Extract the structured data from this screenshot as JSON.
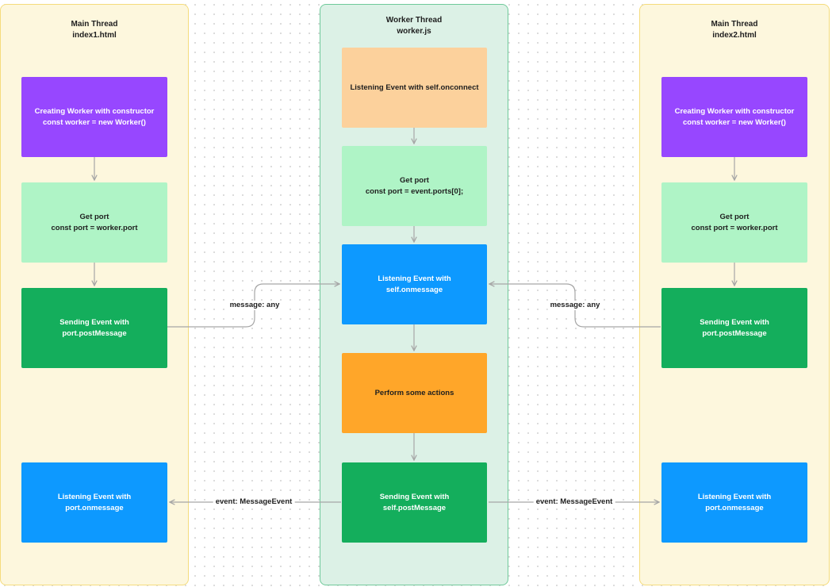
{
  "lanes": {
    "left": {
      "title": "Main Thread",
      "subtitle": "index1.html"
    },
    "center": {
      "title": "Worker Thread",
      "subtitle": "worker.js"
    },
    "right": {
      "title": "Main Thread",
      "subtitle": "index2.html"
    }
  },
  "left": {
    "create": [
      "Creating Worker with constructor",
      "const worker = new Worker()"
    ],
    "port": [
      "Get port",
      "const port = worker.port"
    ],
    "send": [
      "Sending Event with",
      "port.postMessage"
    ],
    "listen": [
      "Listening Event with",
      "port.onmessage"
    ]
  },
  "center": {
    "onconnect": "Listening Event with self.onconnect",
    "port": [
      "Get port",
      "const port = event.ports[0];"
    ],
    "onmessage": [
      "Listening Event with",
      "self.onmessage"
    ],
    "actions": "Perform some actions",
    "send": [
      "Sending Event with",
      "self.postMessage"
    ]
  },
  "right": {
    "create": [
      "Creating Worker with constructor",
      "const worker = new Worker()"
    ],
    "port": [
      "Get port",
      "const port = worker.port"
    ],
    "send": [
      "Sending Event with",
      "port.postMessage"
    ],
    "listen": [
      "Listening Event with",
      "port.onmessage"
    ]
  },
  "edges": {
    "left_message": "message: any",
    "right_message": "message: any",
    "left_event": "event: MessageEvent",
    "right_event": "event: MessageEvent"
  },
  "colors": {
    "purple": "#9747ff",
    "mint": "#aff4c6",
    "dark_green": "#14ae5c",
    "blue": "#0d99ff",
    "peach": "#fcd19c",
    "orange": "#ffa629",
    "arrow": "#a6a6a6"
  }
}
